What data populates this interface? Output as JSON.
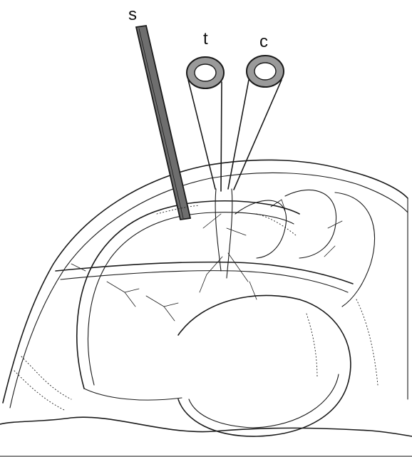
{
  "labels": {
    "s": "s",
    "t": "t",
    "c": "c"
  },
  "colors": {
    "ink": "#1a1a1a",
    "tube_fill": "#9a9a9a",
    "background": "#ffffff"
  }
}
